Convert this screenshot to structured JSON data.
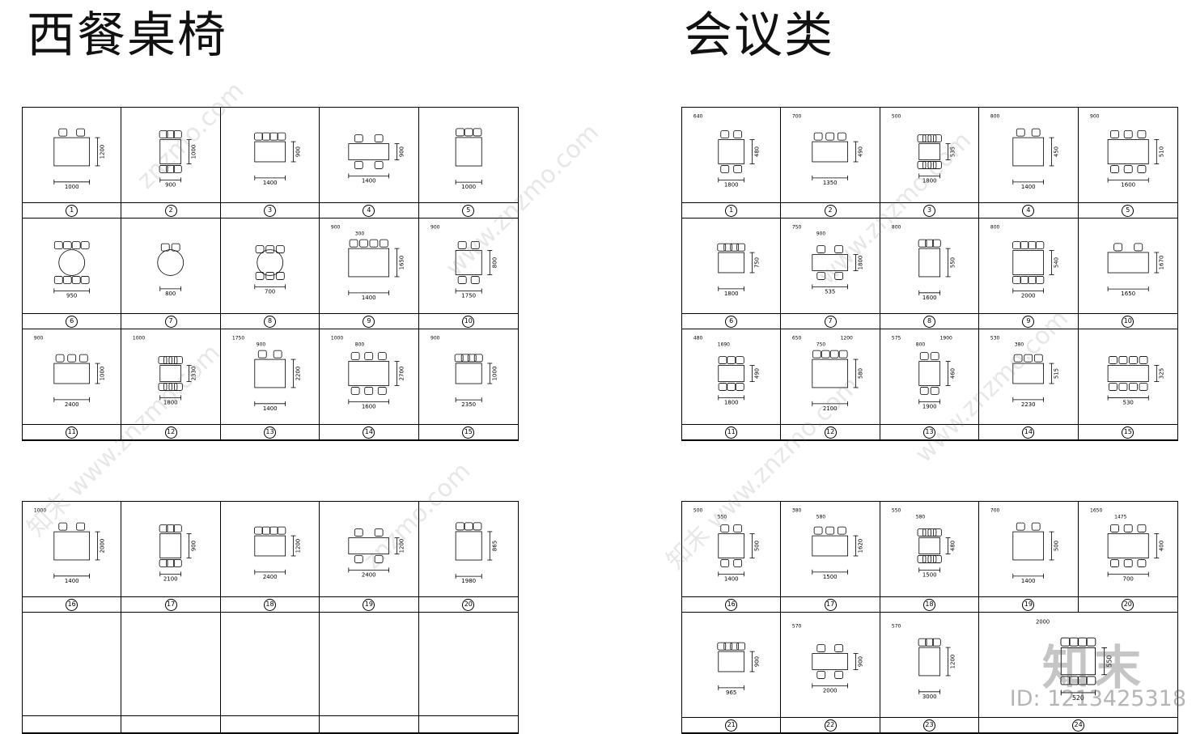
{
  "titles": {
    "left": "西餐桌椅",
    "right": "会议类"
  },
  "left_top": {
    "cells": [
      {
        "n": "1",
        "dims": [
          "1000",
          "1200"
        ]
      },
      {
        "n": "2",
        "dims": [
          "900",
          "1000"
        ]
      },
      {
        "n": "3",
        "dims": [
          "1400",
          "900"
        ]
      },
      {
        "n": "4",
        "dims": [
          "1400",
          "900"
        ]
      },
      {
        "n": "5",
        "dims": [
          "1000"
        ]
      },
      {
        "n": "6",
        "dims": [
          "950"
        ]
      },
      {
        "n": "7",
        "dims": [
          "800"
        ]
      },
      {
        "n": "8",
        "dims": [
          "700"
        ]
      },
      {
        "n": "9",
        "dims": [
          "1400",
          "1650",
          "900",
          "300"
        ]
      },
      {
        "n": "10",
        "dims": [
          "1750",
          "800",
          "900"
        ]
      },
      {
        "n": "11",
        "dims": [
          "2400",
          "1000",
          "900"
        ]
      },
      {
        "n": "12",
        "dims": [
          "1800",
          "2330",
          "1000"
        ]
      },
      {
        "n": "13",
        "dims": [
          "1400",
          "2200",
          "1750",
          "900"
        ]
      },
      {
        "n": "14",
        "dims": [
          "1600",
          "2700",
          "1000",
          "800"
        ]
      },
      {
        "n": "15",
        "dims": [
          "2350",
          "1000",
          "900"
        ]
      }
    ]
  },
  "left_bottom": {
    "cells": [
      {
        "n": "16",
        "dims": [
          "1400",
          "2000",
          "1000"
        ]
      },
      {
        "n": "17",
        "dims": [
          "2100",
          "900"
        ]
      },
      {
        "n": "18",
        "dims": [
          "2400",
          "1200"
        ]
      },
      {
        "n": "19",
        "dims": [
          "2400",
          "1200"
        ]
      },
      {
        "n": "20",
        "dims": [
          "1980",
          "865"
        ]
      }
    ]
  },
  "right_top": {
    "cells": [
      {
        "n": "1",
        "dims": [
          "1800",
          "480",
          "640"
        ]
      },
      {
        "n": "2",
        "dims": [
          "1350",
          "490",
          "700"
        ]
      },
      {
        "n": "3",
        "dims": [
          "1800",
          "535",
          "500"
        ]
      },
      {
        "n": "4",
        "dims": [
          "1400",
          "450",
          "800"
        ]
      },
      {
        "n": "5",
        "dims": [
          "1600",
          "510",
          "900"
        ]
      },
      {
        "n": "6",
        "dims": [
          "1800",
          "750"
        ]
      },
      {
        "n": "7",
        "dims": [
          "535",
          "1800",
          "750",
          "900"
        ]
      },
      {
        "n": "8",
        "dims": [
          "1600",
          "550",
          "800"
        ]
      },
      {
        "n": "9",
        "dims": [
          "2000",
          "540",
          "800"
        ]
      },
      {
        "n": "10",
        "dims": [
          "1650",
          "1670"
        ]
      },
      {
        "n": "11",
        "dims": [
          "1800",
          "490",
          "480",
          "1690"
        ]
      },
      {
        "n": "12",
        "dims": [
          "2100",
          "580",
          "650",
          "750",
          "1200"
        ]
      },
      {
        "n": "13",
        "dims": [
          "1900",
          "460",
          "575",
          "800",
          "1900"
        ]
      },
      {
        "n": "14",
        "dims": [
          "2230",
          "515",
          "530",
          "380"
        ]
      },
      {
        "n": "15",
        "dims": [
          "530",
          "325"
        ]
      }
    ]
  },
  "right_bottom": {
    "cells": [
      {
        "n": "16",
        "dims": [
          "1400",
          "500",
          "500",
          "550"
        ]
      },
      {
        "n": "17",
        "dims": [
          "1500",
          "1620",
          "380",
          "580"
        ]
      },
      {
        "n": "18",
        "dims": [
          "1500",
          "480",
          "550",
          "580"
        ]
      },
      {
        "n": "19",
        "dims": [
          "1400",
          "500",
          "700"
        ]
      },
      {
        "n": "20",
        "dims": [
          "700",
          "400",
          "1650",
          "1475"
        ]
      },
      {
        "n": "21",
        "dims": [
          "965",
          "900"
        ]
      },
      {
        "n": "22",
        "dims": [
          "2000",
          "900",
          "570"
        ]
      },
      {
        "n": "23",
        "dims": [
          "3000",
          "1200",
          "570"
        ]
      },
      {
        "n": "24",
        "dims": [
          "520",
          "550",
          "2000"
        ]
      }
    ]
  },
  "watermarks": [
    "znzmo.com",
    "www.znzmo.com",
    "知末 www.znzmo.com"
  ],
  "logo": "知末",
  "id_text": "ID: 1213425318"
}
